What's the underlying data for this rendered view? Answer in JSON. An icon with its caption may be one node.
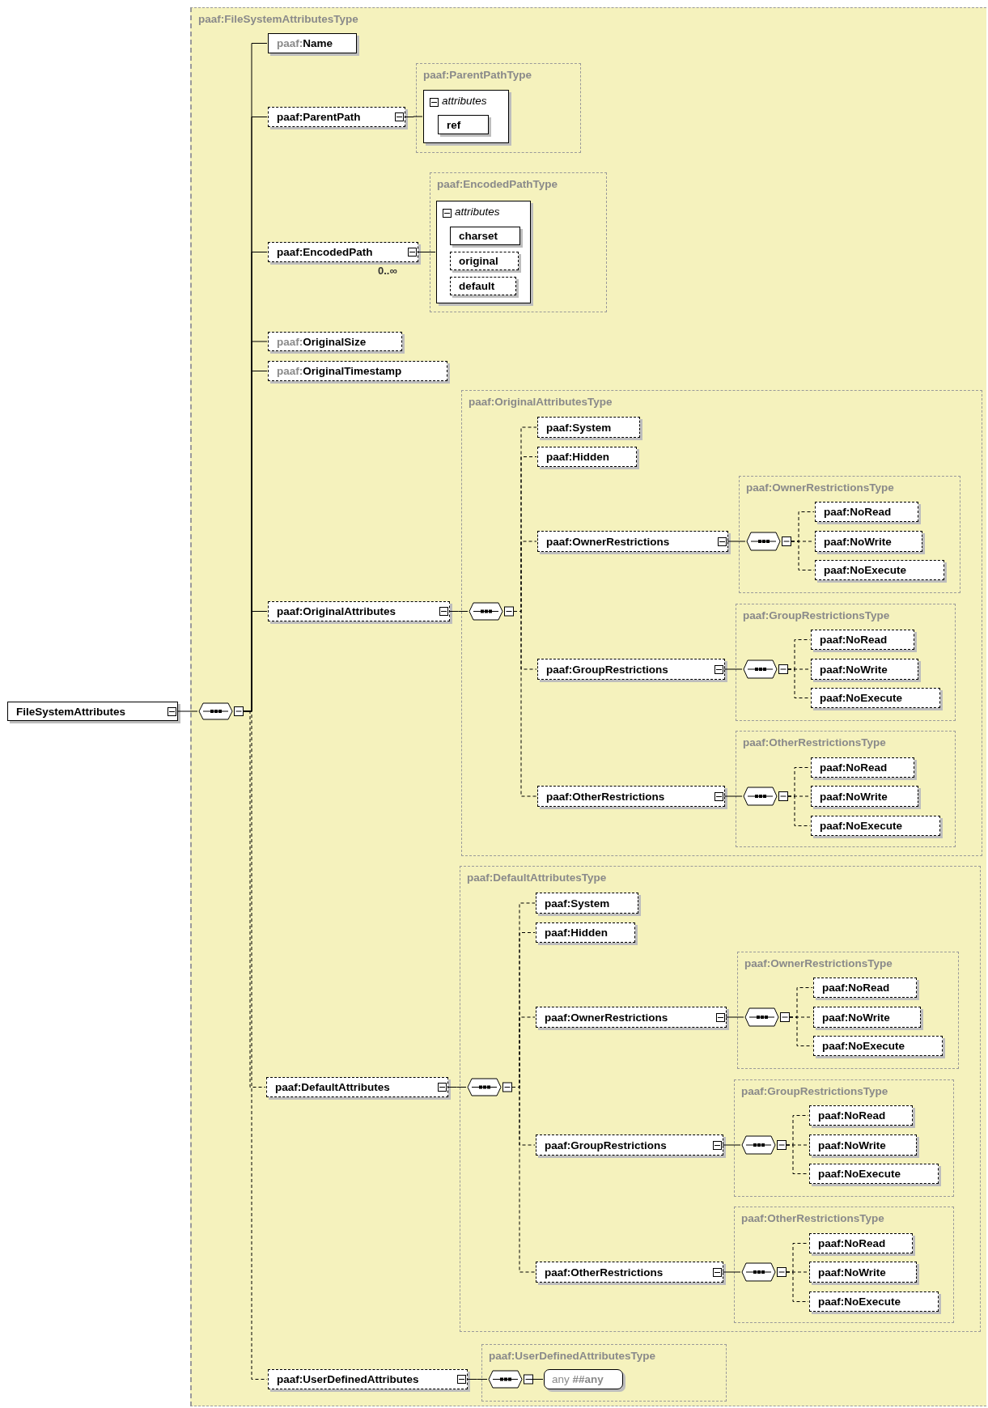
{
  "diagram": {
    "nodes": [
      {
        "text": [
          "paaf:FileSystemAttributesType"
        ]
      },
      {
        "text": [
          "FileSystemAttributes"
        ]
      },
      {
        "text": [],
        "shape": "octagon",
        "in": 0
      },
      {
        "text": [
          "paaf:Name"
        ],
        "in": 0
      },
      {
        "text": [
          "paaf:ParentPath"
        ],
        "in": 0
      },
      {
        "text": [
          "paaf:ParentPathType"
        ],
        "in": 0
      },
      {
        "text": [
          "attributes"
        ],
        "in": 5
      },
      {
        "text": [
          "ref"
        ],
        "in": 6
      },
      {
        "text": [
          "paaf:EncodedPath"
        ],
        "in": 0,
        "beside": [
          "0..∞"
        ]
      },
      {
        "text": [
          "paaf:EncodedPathType"
        ],
        "in": 0
      },
      {
        "text": [
          "attributes"
        ],
        "in": 9
      },
      {
        "text": [
          "charset"
        ],
        "in": 10
      },
      {
        "text": [
          "original"
        ],
        "in": 10
      },
      {
        "text": [
          "default"
        ],
        "in": 10
      },
      {
        "text": [
          "paaf:OriginalSize"
        ],
        "in": 0
      },
      {
        "text": [
          "paaf:OriginalTimestamp"
        ],
        "in": 0
      },
      {
        "text": [
          "paaf:OriginalAttributes"
        ],
        "in": 0
      },
      {
        "text": [
          "paaf:OriginalAttributesType"
        ],
        "in": 0
      },
      {
        "text": [],
        "shape": "octagon",
        "in": 17
      },
      {
        "text": [
          "paaf:System"
        ],
        "in": 17
      },
      {
        "text": [
          "paaf:Hidden"
        ],
        "in": 17
      },
      {
        "text": [
          "paaf:OwnerRestrictions"
        ],
        "in": 17
      },
      {
        "text": [
          "paaf:OwnerRestrictionsType"
        ],
        "in": 17
      },
      {
        "text": [],
        "shape": "octagon",
        "in": 22
      },
      {
        "text": [
          "paaf:NoRead"
        ],
        "in": 22
      },
      {
        "text": [
          "paaf:NoWrite"
        ],
        "in": 22
      },
      {
        "text": [
          "paaf:NoExecute"
        ],
        "in": 22
      },
      {
        "text": [
          "paaf:GroupRestrictions"
        ],
        "in": 17
      },
      {
        "text": [
          "paaf:GroupRestrictionsType"
        ],
        "in": 17
      },
      {
        "text": [],
        "shape": "octagon",
        "in": 28
      },
      {
        "text": [
          "paaf:NoRead"
        ],
        "in": 28
      },
      {
        "text": [
          "paaf:NoWrite"
        ],
        "in": 28
      },
      {
        "text": [
          "paaf:NoExecute"
        ],
        "in": 28
      },
      {
        "text": [
          "paaf:OtherRestrictions"
        ],
        "in": 17
      },
      {
        "text": [
          "paaf:OtherRestrictionsType"
        ],
        "in": 17
      },
      {
        "text": [],
        "shape": "octagon",
        "in": 34
      },
      {
        "text": [
          "paaf:NoRead"
        ],
        "in": 34
      },
      {
        "text": [
          "paaf:NoWrite"
        ],
        "in": 34
      },
      {
        "text": [
          "paaf:NoExecute"
        ],
        "in": 34
      },
      {
        "text": [
          "paaf:DefaultAttributes"
        ],
        "in": 0
      },
      {
        "text": [
          "paaf:DefaultAttributesType"
        ],
        "in": 0
      },
      {
        "text": [],
        "shape": "octagon",
        "in": 40
      },
      {
        "text": [
          "paaf:System"
        ],
        "in": 40
      },
      {
        "text": [
          "paaf:Hidden"
        ],
        "in": 40
      },
      {
        "text": [
          "paaf:OwnerRestrictions"
        ],
        "in": 40
      },
      {
        "text": [
          "paaf:OwnerRestrictionsType"
        ],
        "in": 40
      },
      {
        "text": [],
        "shape": "octagon",
        "in": 45
      },
      {
        "text": [
          "paaf:NoRead"
        ],
        "in": 45
      },
      {
        "text": [
          "paaf:NoWrite"
        ],
        "in": 45
      },
      {
        "text": [
          "paaf:NoExecute"
        ],
        "in": 45
      },
      {
        "text": [
          "paaf:GroupRestrictions"
        ],
        "in": 40
      },
      {
        "text": [
          "paaf:GroupRestrictionsType"
        ],
        "in": 40
      },
      {
        "text": [],
        "shape": "octagon",
        "in": 51
      },
      {
        "text": [
          "paaf:NoRead"
        ],
        "in": 51
      },
      {
        "text": [
          "paaf:NoWrite"
        ],
        "in": 51
      },
      {
        "text": [
          "paaf:NoExecute"
        ],
        "in": 51
      },
      {
        "text": [
          "paaf:OtherRestrictions"
        ],
        "in": 40
      },
      {
        "text": [
          "paaf:OtherRestrictionsType"
        ],
        "in": 40
      },
      {
        "text": [],
        "shape": "octagon",
        "in": 57
      },
      {
        "text": [
          "paaf:NoRead"
        ],
        "in": 57
      },
      {
        "text": [
          "paaf:NoWrite"
        ],
        "in": 57
      },
      {
        "text": [
          "paaf:NoExecute"
        ],
        "in": 57
      },
      {
        "text": [
          "paaf:UserDefinedAttributes"
        ],
        "in": 0
      },
      {
        "text": [
          "paaf:UserDefinedAttributesType"
        ],
        "in": 0
      },
      {
        "text": [],
        "shape": "octagon",
        "in": 63
      },
      {
        "text": [
          "any **##any**"
        ],
        "in": 63
      }
    ],
    "edges": [
      {
        "from": 1,
        "to": 2,
        "arrow": "none"
      },
      {
        "from": 2,
        "to": 3,
        "arrow": "none"
      },
      {
        "from": 2,
        "to": 4,
        "arrow": "none"
      },
      {
        "from": 2,
        "to": 8,
        "arrow": "none"
      },
      {
        "from": 2,
        "to": 14,
        "arrow": "none"
      },
      {
        "from": 2,
        "to": 15,
        "arrow": "none"
      },
      {
        "from": 2,
        "to": 16,
        "arrow": "none"
      },
      {
        "from": 2,
        "to": 39,
        "arrow": "none",
        "style": "dashed"
      },
      {
        "from": 2,
        "to": 62,
        "arrow": "none",
        "style": "dashed"
      },
      {
        "from": 4,
        "to": 6,
        "arrow": "none"
      },
      {
        "from": 8,
        "to": 10,
        "arrow": "none"
      },
      {
        "from": 16,
        "to": 18,
        "arrow": "none"
      },
      {
        "from": 18,
        "to": 19,
        "arrow": "none",
        "style": "dashed"
      },
      {
        "from": 18,
        "to": 20,
        "arrow": "none",
        "style": "dashed"
      },
      {
        "from": 18,
        "to": 21,
        "arrow": "none",
        "style": "dashed"
      },
      {
        "from": 18,
        "to": 27,
        "arrow": "none",
        "style": "dashed"
      },
      {
        "from": 18,
        "to": 33,
        "arrow": "none",
        "style": "dashed"
      },
      {
        "from": 21,
        "to": 23,
        "arrow": "none"
      },
      {
        "from": 23,
        "to": 24,
        "arrow": "none",
        "style": "dashed"
      },
      {
        "from": 23,
        "to": 25,
        "arrow": "none",
        "style": "dashed"
      },
      {
        "from": 23,
        "to": 26,
        "arrow": "none",
        "style": "dashed"
      },
      {
        "from": 27,
        "to": 29,
        "arrow": "none"
      },
      {
        "from": 29,
        "to": 30,
        "arrow": "none",
        "style": "dashed"
      },
      {
        "from": 29,
        "to": 31,
        "arrow": "none",
        "style": "dashed"
      },
      {
        "from": 29,
        "to": 32,
        "arrow": "none",
        "style": "dashed"
      },
      {
        "from": 33,
        "to": 35,
        "arrow": "none"
      },
      {
        "from": 35,
        "to": 36,
        "arrow": "none",
        "style": "dashed"
      },
      {
        "from": 35,
        "to": 37,
        "arrow": "none",
        "style": "dashed"
      },
      {
        "from": 35,
        "to": 38,
        "arrow": "none",
        "style": "dashed"
      },
      {
        "from": 39,
        "to": 41,
        "arrow": "none"
      },
      {
        "from": 41,
        "to": 42,
        "arrow": "none",
        "style": "dashed"
      },
      {
        "from": 41,
        "to": 43,
        "arrow": "none",
        "style": "dashed"
      },
      {
        "from": 41,
        "to": 44,
        "arrow": "none",
        "style": "dashed"
      },
      {
        "from": 41,
        "to": 50,
        "arrow": "none",
        "style": "dashed"
      },
      {
        "from": 41,
        "to": 56,
        "arrow": "none",
        "style": "dashed"
      },
      {
        "from": 44,
        "to": 46,
        "arrow": "none"
      },
      {
        "from": 46,
        "to": 47,
        "arrow": "none",
        "style": "dashed"
      },
      {
        "from": 46,
        "to": 48,
        "arrow": "none",
        "style": "dashed"
      },
      {
        "from": 46,
        "to": 49,
        "arrow": "none",
        "style": "dashed"
      },
      {
        "from": 50,
        "to": 52,
        "arrow": "none"
      },
      {
        "from": 52,
        "to": 53,
        "arrow": "none",
        "style": "dashed"
      },
      {
        "from": 52,
        "to": 54,
        "arrow": "none",
        "style": "dashed"
      },
      {
        "from": 52,
        "to": 55,
        "arrow": "none",
        "style": "dashed"
      },
      {
        "from": 56,
        "to": 58,
        "arrow": "none"
      },
      {
        "from": 58,
        "to": 59,
        "arrow": "none",
        "style": "dashed"
      },
      {
        "from": 58,
        "to": 60,
        "arrow": "none",
        "style": "dashed"
      },
      {
        "from": 58,
        "to": 61,
        "arrow": "none",
        "style": "dashed"
      },
      {
        "from": 62,
        "to": 64,
        "arrow": "none"
      },
      {
        "from": 64,
        "to": 65,
        "arrow": "none"
      }
    ]
  }
}
